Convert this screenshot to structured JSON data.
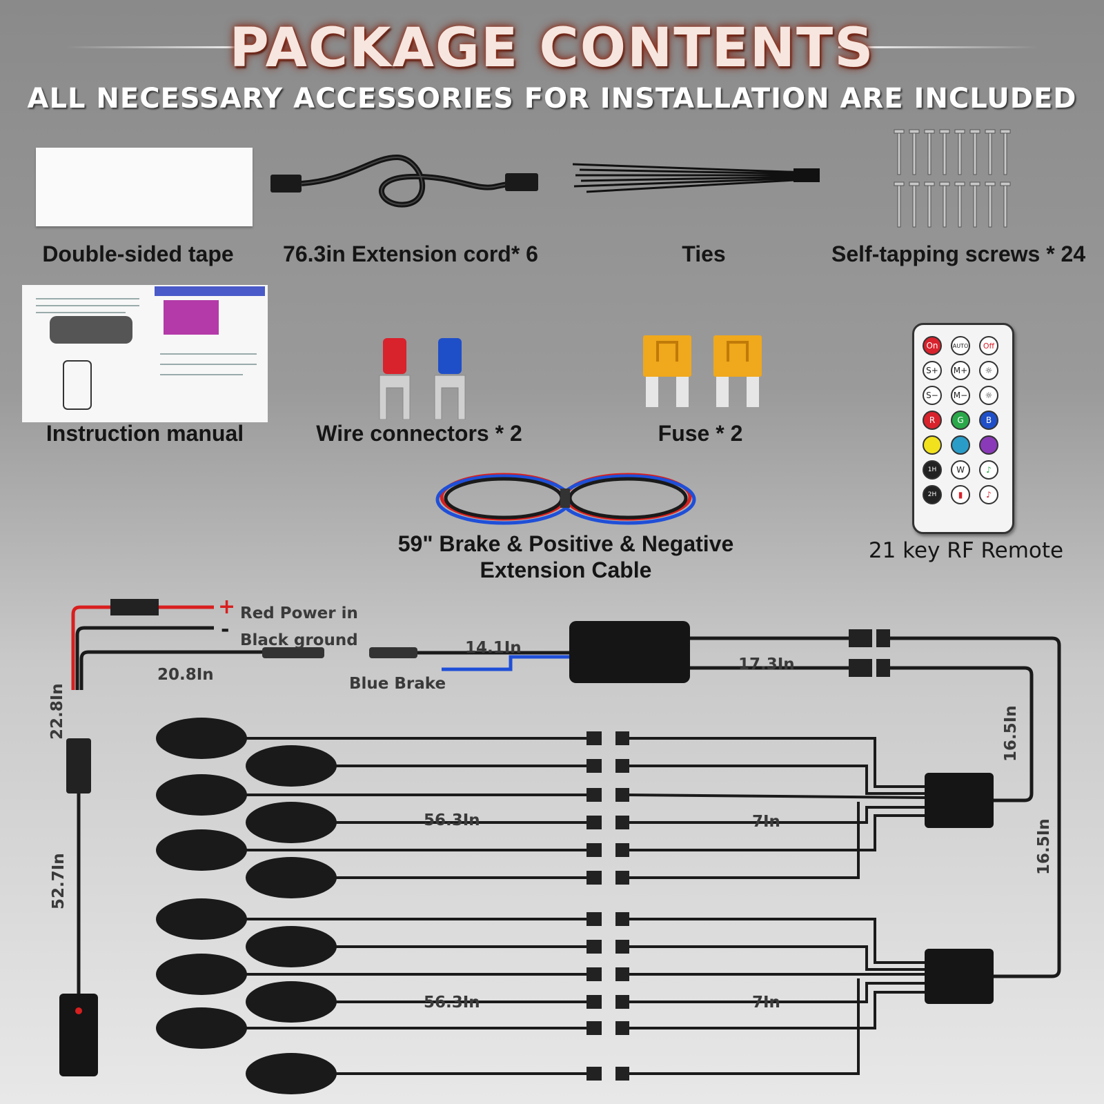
{
  "header": {
    "title": "PACKAGE CONTENTS",
    "subtitle": "ALL NECESSARY ACCESSORIES FOR INSTALLATION ARE INCLUDED"
  },
  "items": {
    "tape": "Double-sided tape",
    "extension_cord": "76.3in Extension cord* 6",
    "ties": "Ties",
    "screws": "Self-tapping screws * 24",
    "manual": "Instruction manual",
    "wire_connectors": "Wire connectors * 2",
    "fuse": "Fuse * 2",
    "cable_line1": "59\" Brake & Positive & Negative",
    "cable_line2": "Extension Cable",
    "remote": "21 key RF Remote"
  },
  "remote_keys": [
    "On",
    "AUTO",
    "Off",
    "S+",
    "M+",
    "S−",
    "M−",
    "R",
    "G",
    "B",
    "1H",
    "W",
    "2H"
  ],
  "diagram": {
    "red_power": "Red Power in",
    "black_ground": "Black ground",
    "len_20_8": "20.8In",
    "len_14_1": "14.1In",
    "blue_brake": "Blue Brake",
    "len_17_3": "17.3In",
    "len_22_8": "22.8In",
    "len_52_7": "52.7In",
    "len_16_5_a": "16.5In",
    "len_16_5_b": "16.5In",
    "len_56_3_a": "56.3In",
    "len_7_a": "7In",
    "len_56_3_b": "56.3In",
    "len_7_b": "7In"
  },
  "colors": {
    "red_wire": "#d81f1f",
    "blue_wire": "#1f4fd8",
    "black_wire": "#1a1a1a",
    "fuse_amber": "#f0a81c",
    "connector_red": "#d8222c",
    "connector_blue": "#1f4fc8"
  }
}
